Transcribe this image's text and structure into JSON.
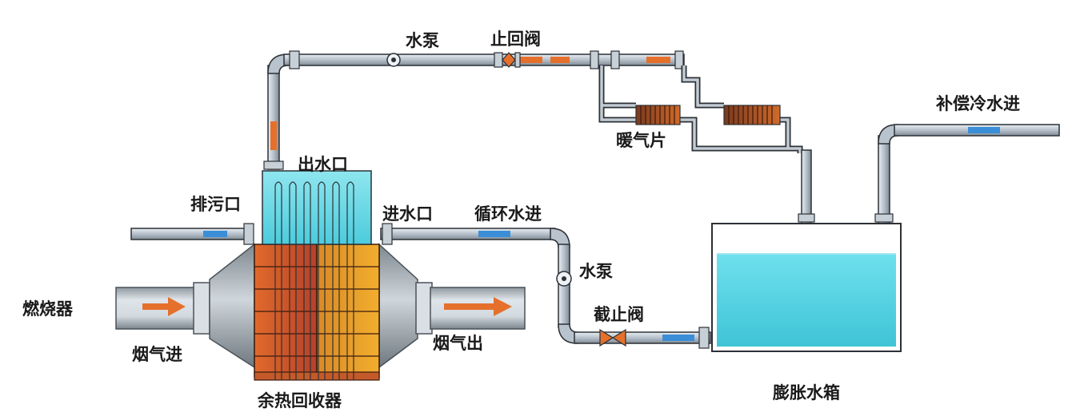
{
  "labels": {
    "pump_top": "水泵",
    "check_valve": "止回阀",
    "radiator": "暖气片",
    "makeup_water_in": "补偿冷水进",
    "water_outlet": "出水口",
    "drain_outlet": "排污口",
    "water_inlet": "进水口",
    "circulating_water_in": "循环水进",
    "pump_bottom": "水泵",
    "burner": "燃烧器",
    "stop_valve": "截止阀",
    "flue_gas_in": "烟气进",
    "flue_gas_out": "烟气出",
    "heat_recovery_unit": "余热回收器",
    "expansion_tank": "膨胀水箱"
  },
  "colors": {
    "pipe": "#b9c3cd",
    "pipe_outline": "#2c3136",
    "water": "#55d6e6",
    "water_light": "#c8f1f6",
    "hot_flow": "#e5702c",
    "cold_flow": "#3a8ed8",
    "core_dark": "#c0482a",
    "core_light": "#eaa126",
    "shell_gray": "#9aa3aa"
  }
}
